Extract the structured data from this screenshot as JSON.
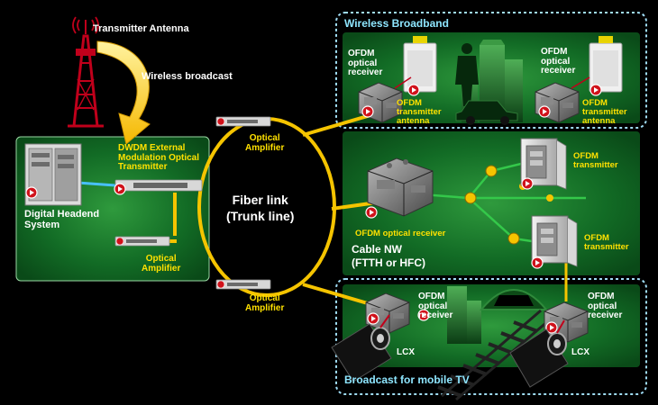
{
  "labels": {
    "transmitter_antenna": "Transmitter Antenna",
    "wireless_broadcast": "Wireless broadcast",
    "wireless_broadband": "Wireless Broadband",
    "headend": "Digital Headend\nSystem",
    "dwdm": "DWDM External\nModulation Optical\nTransmitter",
    "optical_amplifier": "Optical\nAmplifier",
    "fiber_link": "Fiber link\n(Trunk line)",
    "ofdm_optical_receiver": "OFDM\noptical\nreceiver",
    "ofdm_transmitter_antenna": "OFDM\ntransmitter\nantenna",
    "ofdm_transmitter": "OFDM\ntransmitter",
    "ofdm_optical_receiver_inline": "OFDM optical receiver",
    "cable_nw": "Cable NW\n(FTTH or HFC)",
    "lcx": "LCX",
    "broadcast_mobile_tv": "Broadcast for mobile TV"
  },
  "colors": {
    "background": "#000000",
    "panel_green": "#0d6a22",
    "accent_yellow": "#ffe100",
    "fiber_yellow": "#f5c400",
    "cable_green": "#34c84a",
    "dashed_border": "#9fdcf5",
    "tower_red": "#c0001b"
  },
  "icons": [
    "antenna-tower-icon",
    "headend-rack-icon",
    "optical-amplifier-icon",
    "optical-receiver-icon",
    "ofdm-transmitter-cabinet-icon",
    "lcx-cable-icon",
    "building-icon",
    "person-icon",
    "car-icon",
    "tunnel-icon",
    "railway-icon",
    "splitter-node-icon"
  ]
}
